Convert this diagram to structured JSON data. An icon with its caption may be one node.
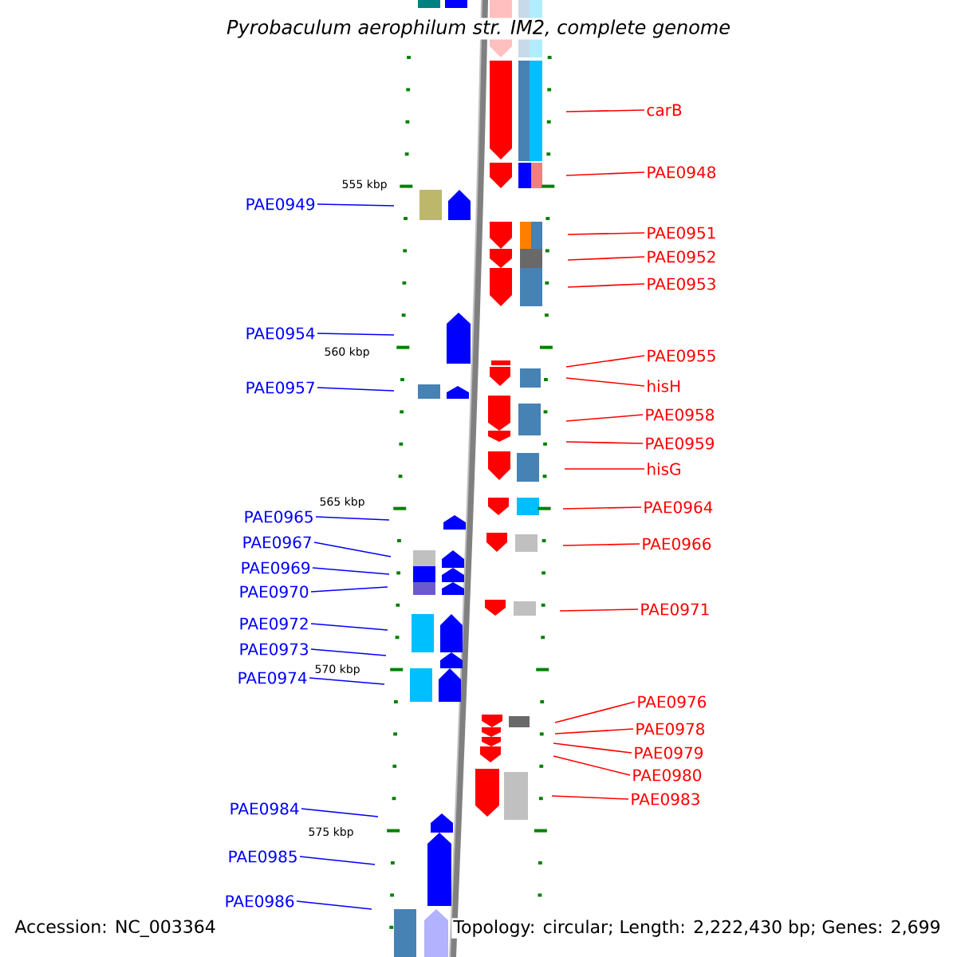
{
  "diagram": {
    "title": "Pyrobaculum aerophilum str. IM2, complete genome",
    "nodes": [
      {
        "text": [
          "PAE0949"
        ]
      },
      {
        "text": [
          "PAE0954"
        ]
      },
      {
        "text": [
          "PAE0957"
        ]
      },
      {
        "text": [
          "PAE0965"
        ]
      },
      {
        "text": [
          "PAE0967"
        ]
      },
      {
        "text": [
          "PAE0969"
        ]
      },
      {
        "text": [
          "PAE0970"
        ]
      },
      {
        "text": [
          "PAE0972"
        ]
      },
      {
        "text": [
          "PAE0973"
        ]
      },
      {
        "text": [
          "PAE0974"
        ]
      },
      {
        "text": [
          "PAE0984"
        ]
      },
      {
        "text": [
          "PAE0985"
        ]
      },
      {
        "text": [
          "PAE0986"
        ]
      },
      {
        "text": [
          "carB"
        ]
      },
      {
        "text": [
          "PAE0948"
        ]
      },
      {
        "text": [
          "PAE0951"
        ]
      },
      {
        "text": [
          "PAE0952"
        ]
      },
      {
        "text": [
          "PAE0953"
        ]
      },
      {
        "text": [
          "PAE0955"
        ]
      },
      {
        "text": [
          "hisH"
        ]
      },
      {
        "text": [
          "PAE0958"
        ]
      },
      {
        "text": [
          "PAE0959"
        ]
      },
      {
        "text": [
          "hisG"
        ]
      },
      {
        "text": [
          "PAE0964"
        ]
      },
      {
        "text": [
          "PAE0966"
        ]
      },
      {
        "text": [
          "PAE0971"
        ]
      },
      {
        "text": [
          "PAE0976"
        ]
      },
      {
        "text": [
          "PAE0978"
        ]
      },
      {
        "text": [
          "PAE0979"
        ]
      },
      {
        "text": [
          "PAE0980"
        ]
      },
      {
        "text": [
          "PAE0983"
        ]
      }
    ],
    "edges": [
      {
        "from": 0,
        "to": null,
        "arrow": "none",
        "color": "#0000ff"
      },
      {
        "from": 1,
        "to": null,
        "arrow": "none",
        "color": "#0000ff"
      },
      {
        "from": 2,
        "to": null,
        "arrow": "none",
        "color": "#0000ff"
      },
      {
        "from": 3,
        "to": null,
        "arrow": "none",
        "color": "#0000ff"
      },
      {
        "from": 4,
        "to": null,
        "arrow": "none",
        "color": "#0000ff"
      },
      {
        "from": 5,
        "to": null,
        "arrow": "none",
        "color": "#0000ff"
      },
      {
        "from": 6,
        "to": null,
        "arrow": "none",
        "color": "#0000ff"
      },
      {
        "from": 7,
        "to": null,
        "arrow": "none",
        "color": "#0000ff"
      },
      {
        "from": 8,
        "to": null,
        "arrow": "none",
        "color": "#0000ff"
      },
      {
        "from": 9,
        "to": null,
        "arrow": "none",
        "color": "#0000ff"
      },
      {
        "from": 10,
        "to": null,
        "arrow": "none",
        "color": "#0000ff"
      },
      {
        "from": 11,
        "to": null,
        "arrow": "none",
        "color": "#0000ff"
      },
      {
        "from": 12,
        "to": null,
        "arrow": "none",
        "color": "#0000ff"
      },
      {
        "from": 13,
        "to": null,
        "arrow": "none"
      },
      {
        "from": 14,
        "to": null,
        "arrow": "none"
      },
      {
        "from": 15,
        "to": null,
        "arrow": "none"
      },
      {
        "from": 16,
        "to": null,
        "arrow": "none"
      },
      {
        "from": 17,
        "to": null,
        "arrow": "none"
      },
      {
        "from": 18,
        "to": null,
        "arrow": "none"
      },
      {
        "from": 19,
        "to": null,
        "arrow": "none"
      },
      {
        "from": 20,
        "to": null,
        "arrow": "none"
      },
      {
        "from": 21,
        "to": null,
        "arrow": "none"
      },
      {
        "from": 22,
        "to": null,
        "arrow": "none"
      },
      {
        "from": 23,
        "to": null,
        "arrow": "none"
      },
      {
        "from": 24,
        "to": null,
        "arrow": "none"
      },
      {
        "from": 25,
        "to": null,
        "arrow": "none"
      },
      {
        "from": 26,
        "to": null,
        "arrow": "none"
      },
      {
        "from": 27,
        "to": null,
        "arrow": "none"
      },
      {
        "from": 28,
        "to": null,
        "arrow": "none"
      },
      {
        "from": 29,
        "to": null,
        "arrow": "none"
      },
      {
        "from": 30,
        "to": null,
        "arrow": "none"
      }
    ],
    "labels": [
      "555 kbp",
      "560 kbp",
      "565 kbp",
      "570 kbp",
      "575 kbp",
      "Accession: NC_003364",
      "Topology: circular; Length: 2,222,430 bp; Genes: 2,699"
    ]
  }
}
